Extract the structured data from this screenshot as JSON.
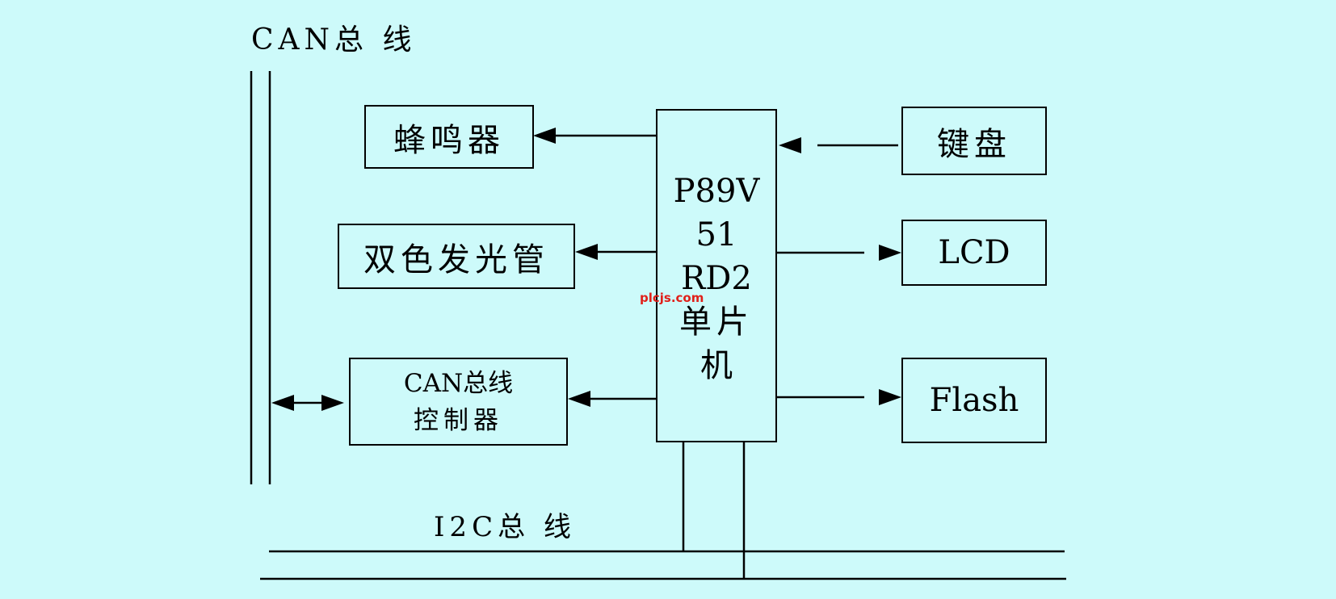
{
  "labels": {
    "can_bus": "CAN总 线",
    "i2c_bus": "I2C总 线"
  },
  "blocks": {
    "buzzer": "蜂鸣器",
    "bicolor_led": "双色发光管",
    "can_controller_line1": "CAN总线",
    "can_controller_line2": "控制器",
    "keyboard": "键盘",
    "lcd": "LCD",
    "flash": "Flash"
  },
  "mcu": {
    "line1": "P89V",
    "line2": "51",
    "line3": "RD2",
    "line4": "单片",
    "line5": "机"
  },
  "watermark": "plcjs.com",
  "colors": {
    "background": "#cdfafa",
    "line": "#000000",
    "watermark": "#e0201a"
  }
}
